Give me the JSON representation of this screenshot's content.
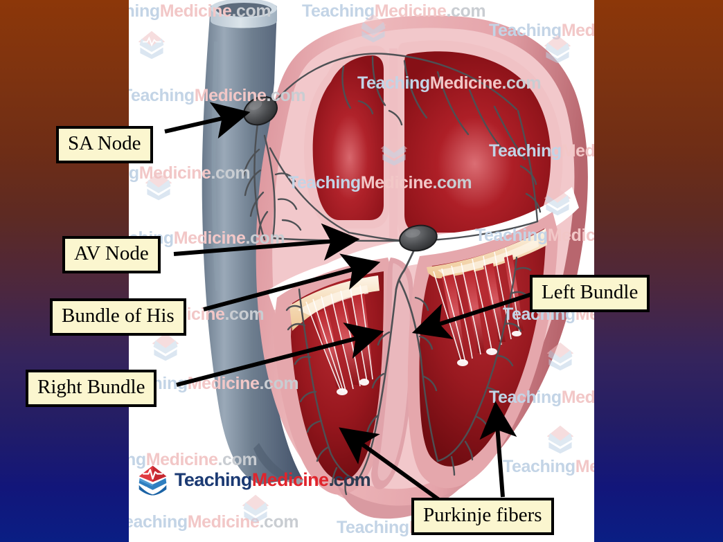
{
  "slide": {
    "topic": "Cardiac conduction system",
    "background": {
      "type": "vertical-gradient",
      "stops": [
        "#8c3709",
        "#6e2d16",
        "#4b2740",
        "#231d66",
        "#0a1e84"
      ]
    },
    "panel": {
      "background": "#ffffff"
    }
  },
  "labels": [
    {
      "id": "sa-node",
      "text": "SA Node"
    },
    {
      "id": "av-node",
      "text": "AV Node"
    },
    {
      "id": "bundle-of-his",
      "text": "Bundle of His"
    },
    {
      "id": "right-bundle",
      "text": "Right Bundle"
    },
    {
      "id": "left-bundle",
      "text": "Left Bundle"
    },
    {
      "id": "purkinje-fibers",
      "text": "Purkinje fibers"
    }
  ],
  "label_style": {
    "fill": "#fbf6cf",
    "border": "#000000",
    "text_color": "#000000"
  },
  "brand": {
    "teaching": "Teaching",
    "medicine": "Medicine",
    "tld": ".com",
    "teaching_color": "#1b3a73",
    "medicine_color": "#e0242c",
    "tld_color": "#2b3a52"
  },
  "watermark": {
    "teaching": "Teaching",
    "medicine": "Medicine",
    "tld": ".com",
    "teaching_color": "#c3d4e6",
    "medicine_color": "#f2c7c7",
    "tld_color": "#c9cdd2"
  },
  "anatomy": {
    "colors": {
      "myocardium_pink": "#e5a7ac",
      "myocardium_pink_light": "#f0c2c5",
      "chamber_red": "#a8151c",
      "chamber_red_light": "#d9565c",
      "chamber_red_dark": "#7a0d12",
      "valve_tan": "#f3d2a8",
      "valve_cream": "#fdf4e4",
      "chordae_white": "#ffffff",
      "vessel_blue": "#5d6d80",
      "vessel_blue_light": "#8fa0b0",
      "node_dark": "#4a4a4a",
      "conduction_line": "#4d5054"
    },
    "structures": [
      "superior vena cava",
      "right atrium",
      "left atrium",
      "interatrial septum",
      "tricuspid valve",
      "mitral valve",
      "right ventricle",
      "left ventricle",
      "interventricular septum",
      "papillary muscles",
      "chordae tendineae",
      "sinoatrial node",
      "atrioventricular node",
      "bundle of His",
      "right bundle branch",
      "left bundle branch",
      "Purkinje fiber network"
    ]
  }
}
